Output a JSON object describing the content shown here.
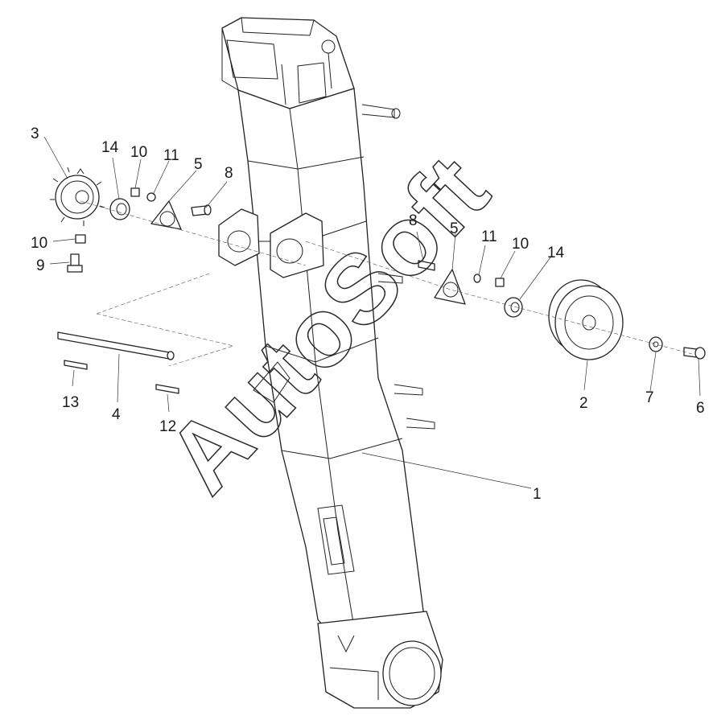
{
  "diagram": {
    "watermark": "AutoSoft",
    "callouts": [
      {
        "id": "c1",
        "text": "1"
      },
      {
        "id": "c2",
        "text": "2"
      },
      {
        "id": "c3",
        "text": "3"
      },
      {
        "id": "c4",
        "text": "4"
      },
      {
        "id": "c5a",
        "text": "5"
      },
      {
        "id": "c5b",
        "text": "5"
      },
      {
        "id": "c6",
        "text": "6"
      },
      {
        "id": "c7",
        "text": "7"
      },
      {
        "id": "c8a",
        "text": "8"
      },
      {
        "id": "c8b",
        "text": "8"
      },
      {
        "id": "c9",
        "text": "9"
      },
      {
        "id": "c10a",
        "text": "10"
      },
      {
        "id": "c10b",
        "text": "10"
      },
      {
        "id": "c10c",
        "text": "10"
      },
      {
        "id": "c11a",
        "text": "11"
      },
      {
        "id": "c11b",
        "text": "11"
      },
      {
        "id": "c12",
        "text": "12"
      },
      {
        "id": "c13",
        "text": "13"
      },
      {
        "id": "c14a",
        "text": "14"
      },
      {
        "id": "c14b",
        "text": "14"
      }
    ]
  }
}
